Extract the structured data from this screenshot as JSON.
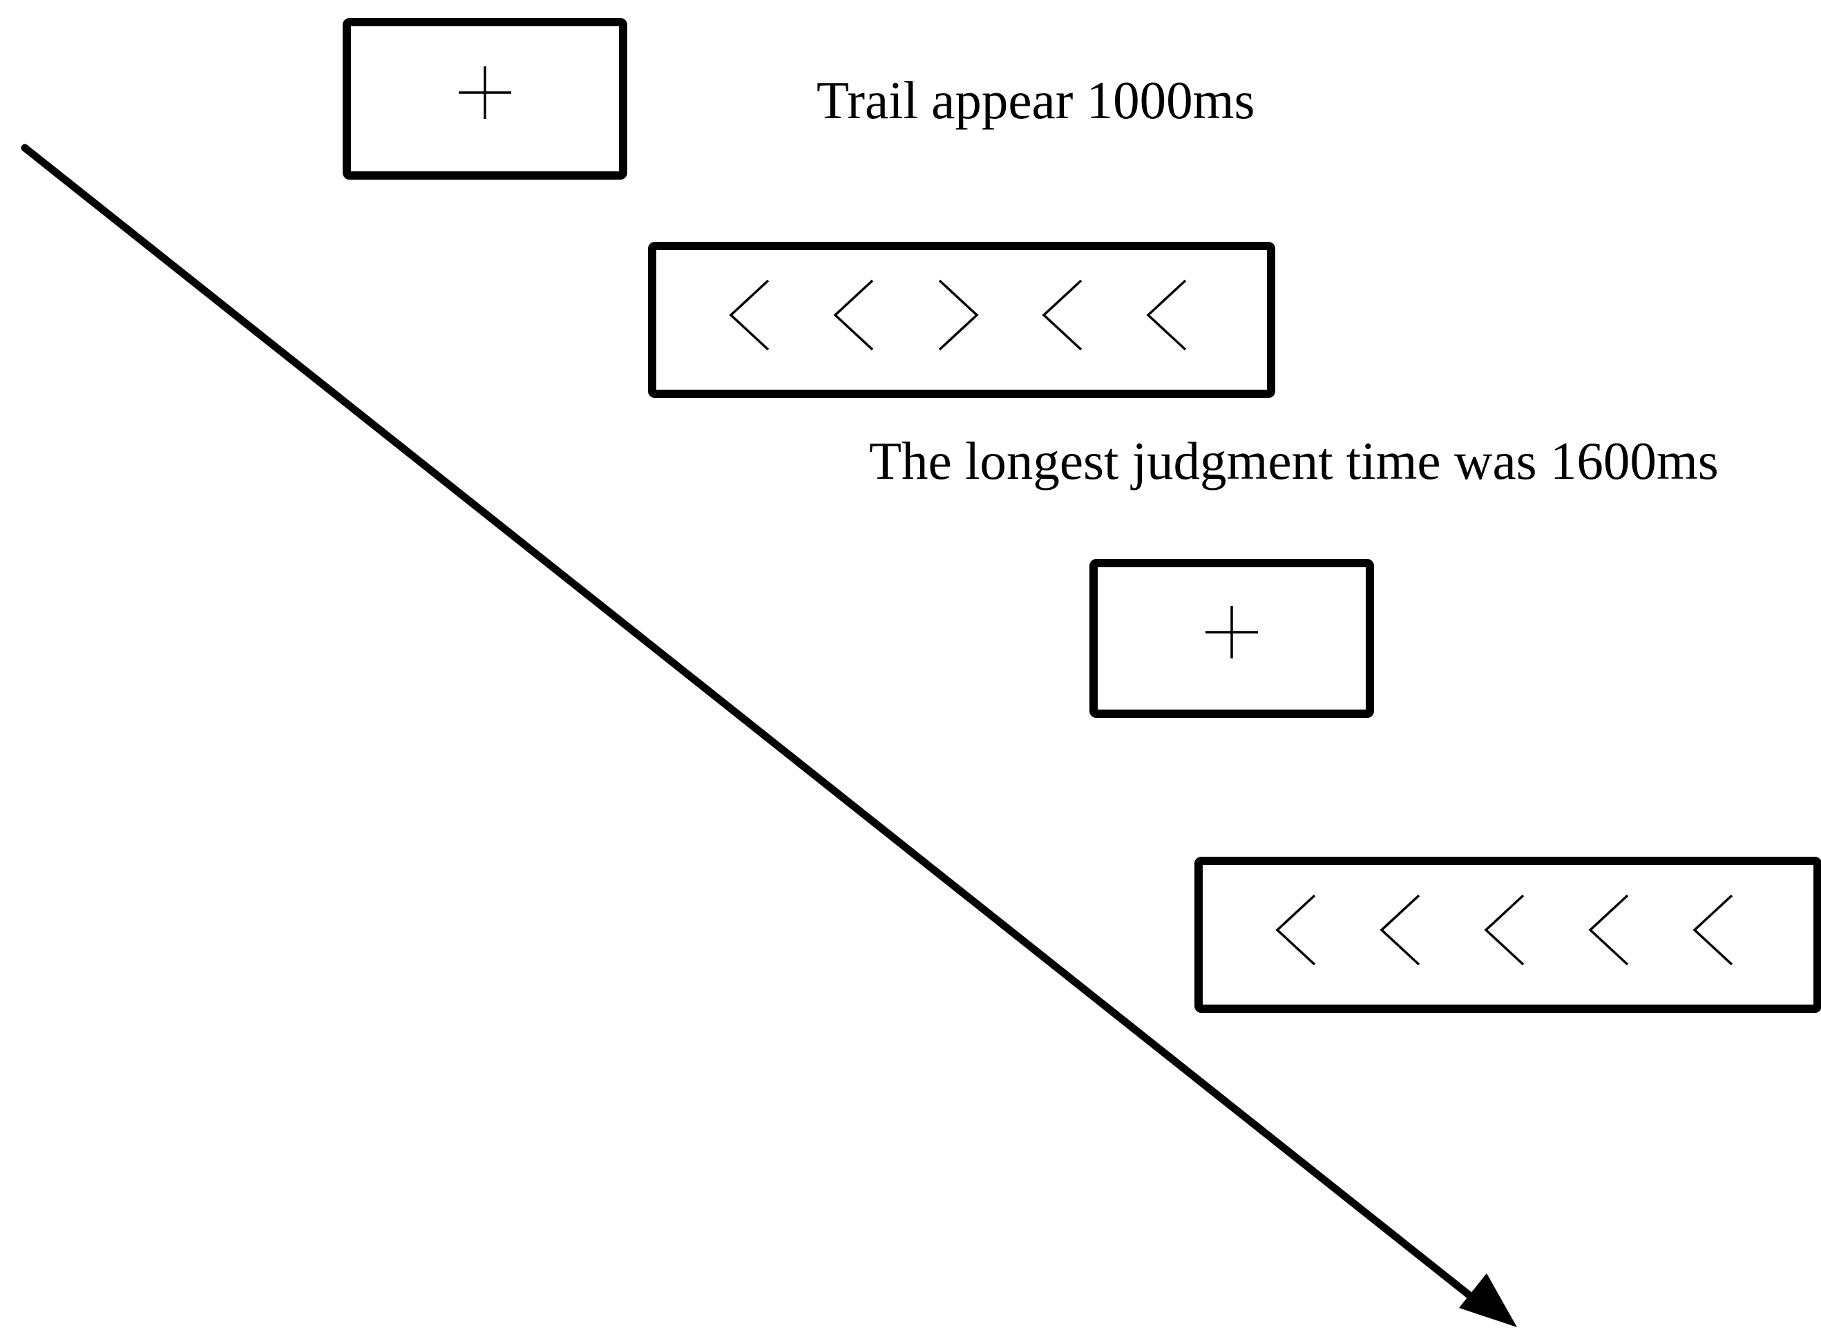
{
  "captions": {
    "fixation": "Trail appear 1000ms",
    "judgment": "The longest judgment time was 1600ms"
  },
  "screens": [
    {
      "kind": "fixation",
      "symbol": "+"
    },
    {
      "kind": "flanker",
      "arrows": [
        "<",
        "<",
        ">",
        "<",
        "<"
      ],
      "condition": "incongruent"
    },
    {
      "kind": "fixation",
      "symbol": "+"
    },
    {
      "kind": "flanker",
      "arrows": [
        "<",
        "<",
        "<",
        "<",
        "<"
      ],
      "condition": "congruent"
    }
  ],
  "colors": {
    "stroke": "#000000",
    "background": "#ffffff"
  },
  "icons": {
    "timeline": "diagonal-arrow-icon",
    "fixation": "plus-icon",
    "arrow_left": "chevron-left-icon",
    "arrow_right": "chevron-right-icon"
  }
}
